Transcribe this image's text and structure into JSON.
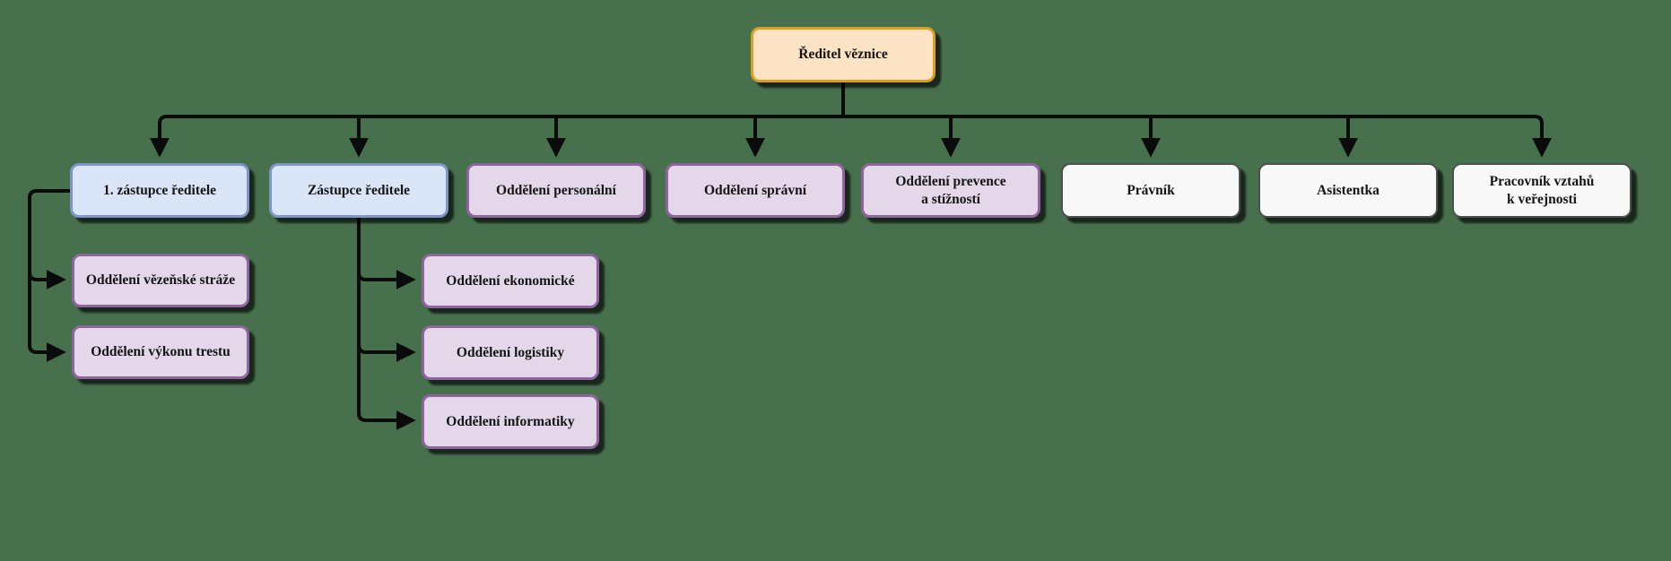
{
  "diagram_title": "",
  "colors": {
    "background": "#47704D",
    "line": "#0b0b0b",
    "text": "#141414",
    "root_fill": "#FBE3C3",
    "root_border": "#DB9E21",
    "blue_fill": "#DBE5F8",
    "blue_border": "#7E95C9",
    "purple_fill": "#E5D7EA",
    "purple_border": "#90659F",
    "white_fill": "#F8F8F8",
    "white_border": "#4F4F4F"
  },
  "nodes": {
    "root": {
      "label": "Ředitel věznice"
    },
    "level2": [
      {
        "label": "1. zástupce ředitele"
      },
      {
        "label": "Zástupce ředitele"
      },
      {
        "label": "Oddělení personální"
      },
      {
        "label": "Oddělení správní"
      },
      {
        "label": "Oddělení prevence\na stížností"
      },
      {
        "label": "Právník"
      },
      {
        "label": "Asistentka"
      },
      {
        "label": "Pracovník vztahů\nk veřejnosti"
      }
    ],
    "first_deputy_children": [
      {
        "label": "Oddělení vězeňské stráže"
      },
      {
        "label": "Oddělení výkonu trestu"
      }
    ],
    "deputy_children": [
      {
        "label": "Oddělení ekonomické"
      },
      {
        "label": "Oddělení logistiky"
      },
      {
        "label": "Oddělení informatiky"
      }
    ]
  }
}
